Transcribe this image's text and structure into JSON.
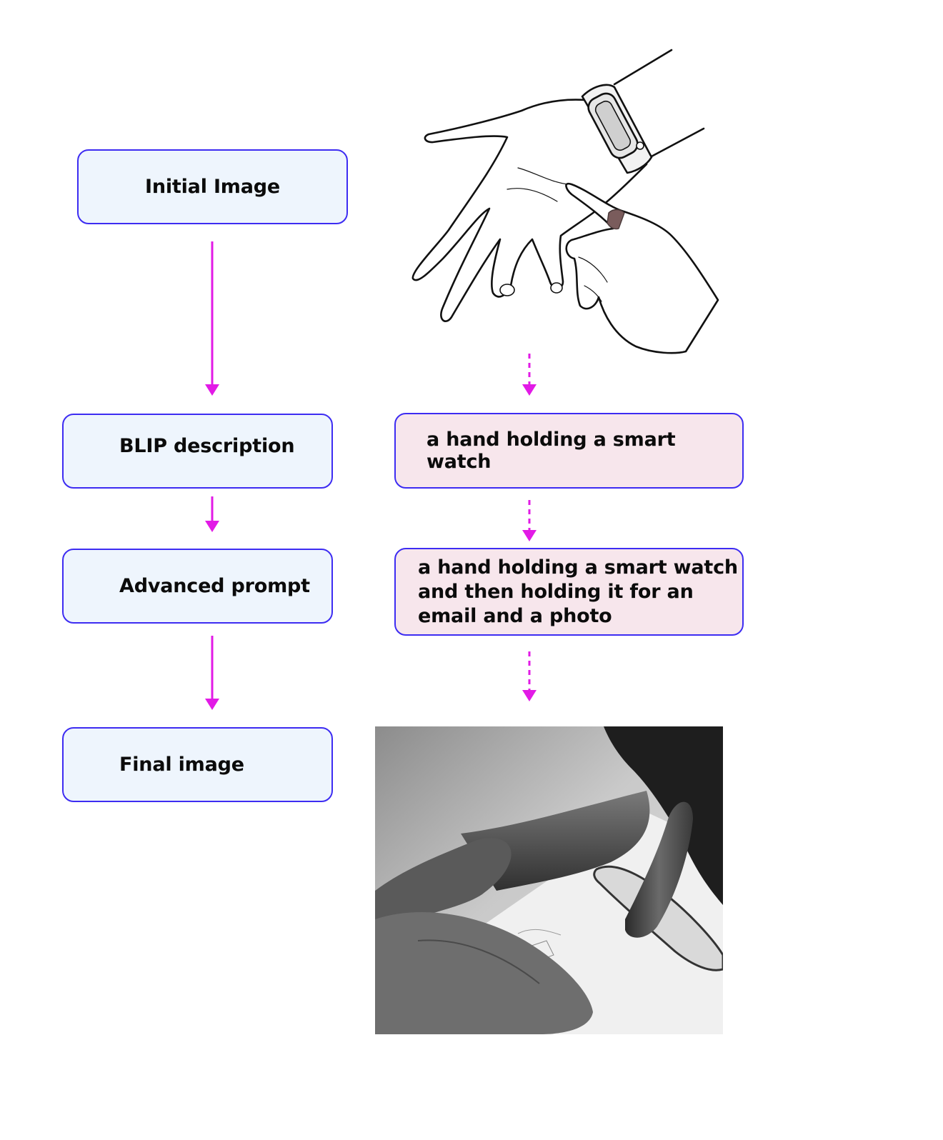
{
  "steps": [
    {
      "label": "Initial Image"
    },
    {
      "label": "BLIP description"
    },
    {
      "label": "Advanced prompt"
    },
    {
      "label": "Final image"
    }
  ],
  "outputs": {
    "blip_text": "a hand holding a smart watch",
    "advanced_prompt_lines": [
      "a hand holding a smart watch",
      "and then holding it for an",
      "email and a photo"
    ]
  },
  "images": {
    "initial": "line-drawing-hand-smartwatch",
    "final": "grayscale-photo-hands-phone"
  },
  "colors": {
    "box_border": "#3d2cf2",
    "step_fill": "#eef5fd",
    "output_fill": "#f7e6ec",
    "arrow": "#e21ae6"
  }
}
